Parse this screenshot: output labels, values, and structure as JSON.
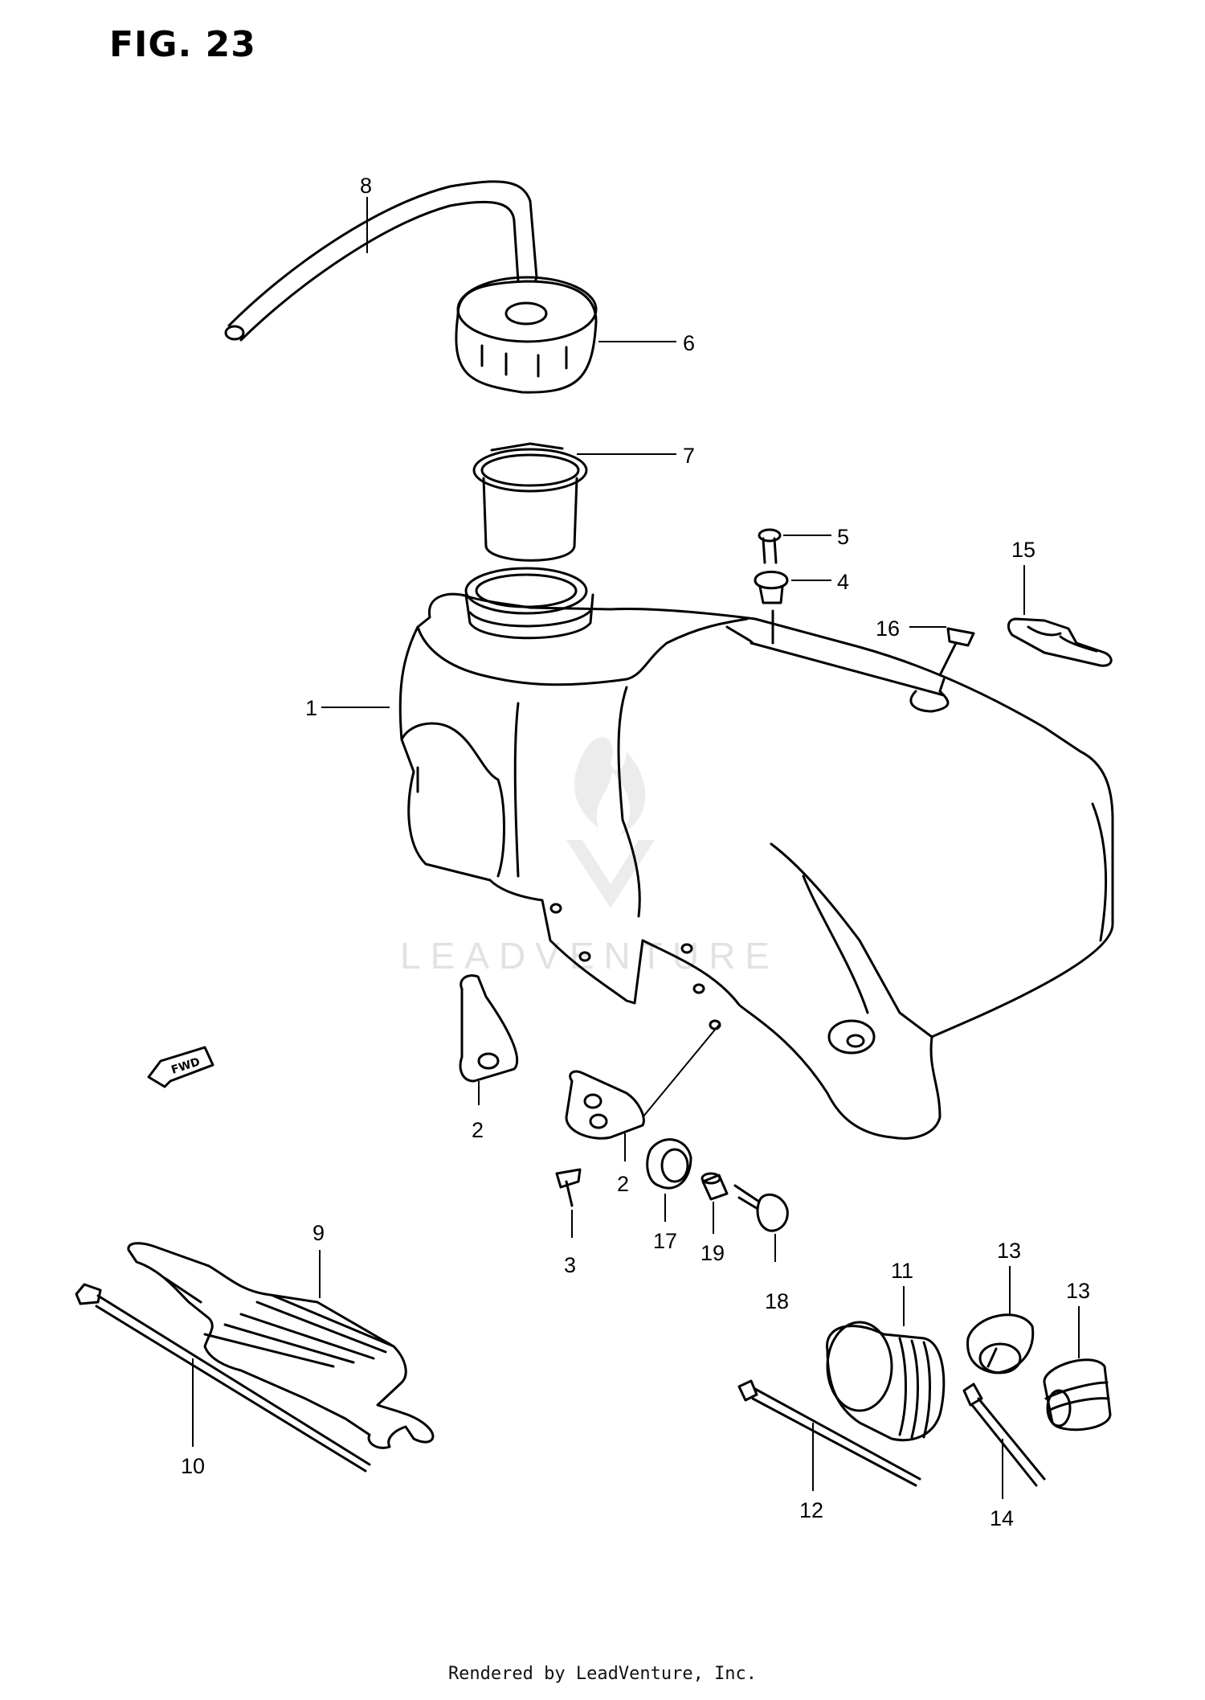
{
  "figure": {
    "title": "FIG. 23"
  },
  "watermark": {
    "text": "LEADVENTURE"
  },
  "callouts": {
    "c1": "1",
    "c2a": "2",
    "c2b": "2",
    "c3": "3",
    "c4": "4",
    "c5": "5",
    "c6": "6",
    "c7": "7",
    "c8": "8",
    "c9": "9",
    "c10": "10",
    "c11": "11",
    "c12": "12",
    "c13a": "13",
    "c13b": "13",
    "c14": "14",
    "c15": "15",
    "c16": "16",
    "c17": "17",
    "c18": "18",
    "c19": "19"
  },
  "front_arrow": {
    "label": "FWD"
  },
  "footer": {
    "text": "Rendered by LeadVenture, Inc."
  }
}
